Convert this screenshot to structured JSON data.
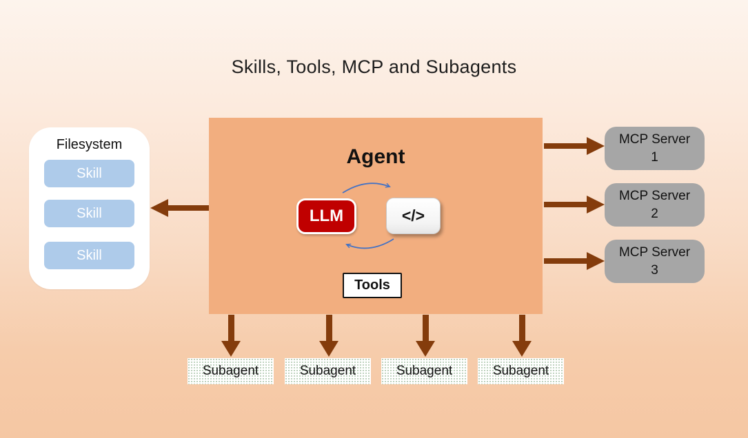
{
  "title": "Skills, Tools, MCP and Subagents",
  "filesystem": {
    "label": "Filesystem",
    "skills": [
      {
        "label": "Skill"
      },
      {
        "label": "Skill"
      },
      {
        "label": "Skill"
      }
    ]
  },
  "agent": {
    "label": "Agent",
    "llm_label": "LLM",
    "code_label": "</>",
    "tools_label": "Tools"
  },
  "mcp_servers": [
    {
      "label": "MCP Server",
      "number": "1"
    },
    {
      "label": "MCP Server",
      "number": "2"
    },
    {
      "label": "MCP Server",
      "number": "3"
    }
  ],
  "subagents": [
    {
      "label": "Subagent"
    },
    {
      "label": "Subagent"
    },
    {
      "label": "Subagent"
    },
    {
      "label": "Subagent"
    }
  ],
  "colors": {
    "background_top": "#FDF4ED",
    "background_bottom": "#F5C7A3",
    "agent_box": "#F2AE7F",
    "llm_red": "#C00000",
    "skill_blue": "#AECBEA",
    "mcp_gray": "#A6A6A6",
    "subagent_dot_green": "#A8C3A8",
    "arrow_brown": "#843C0C",
    "cycle_arrow_blue": "#4472C4"
  }
}
